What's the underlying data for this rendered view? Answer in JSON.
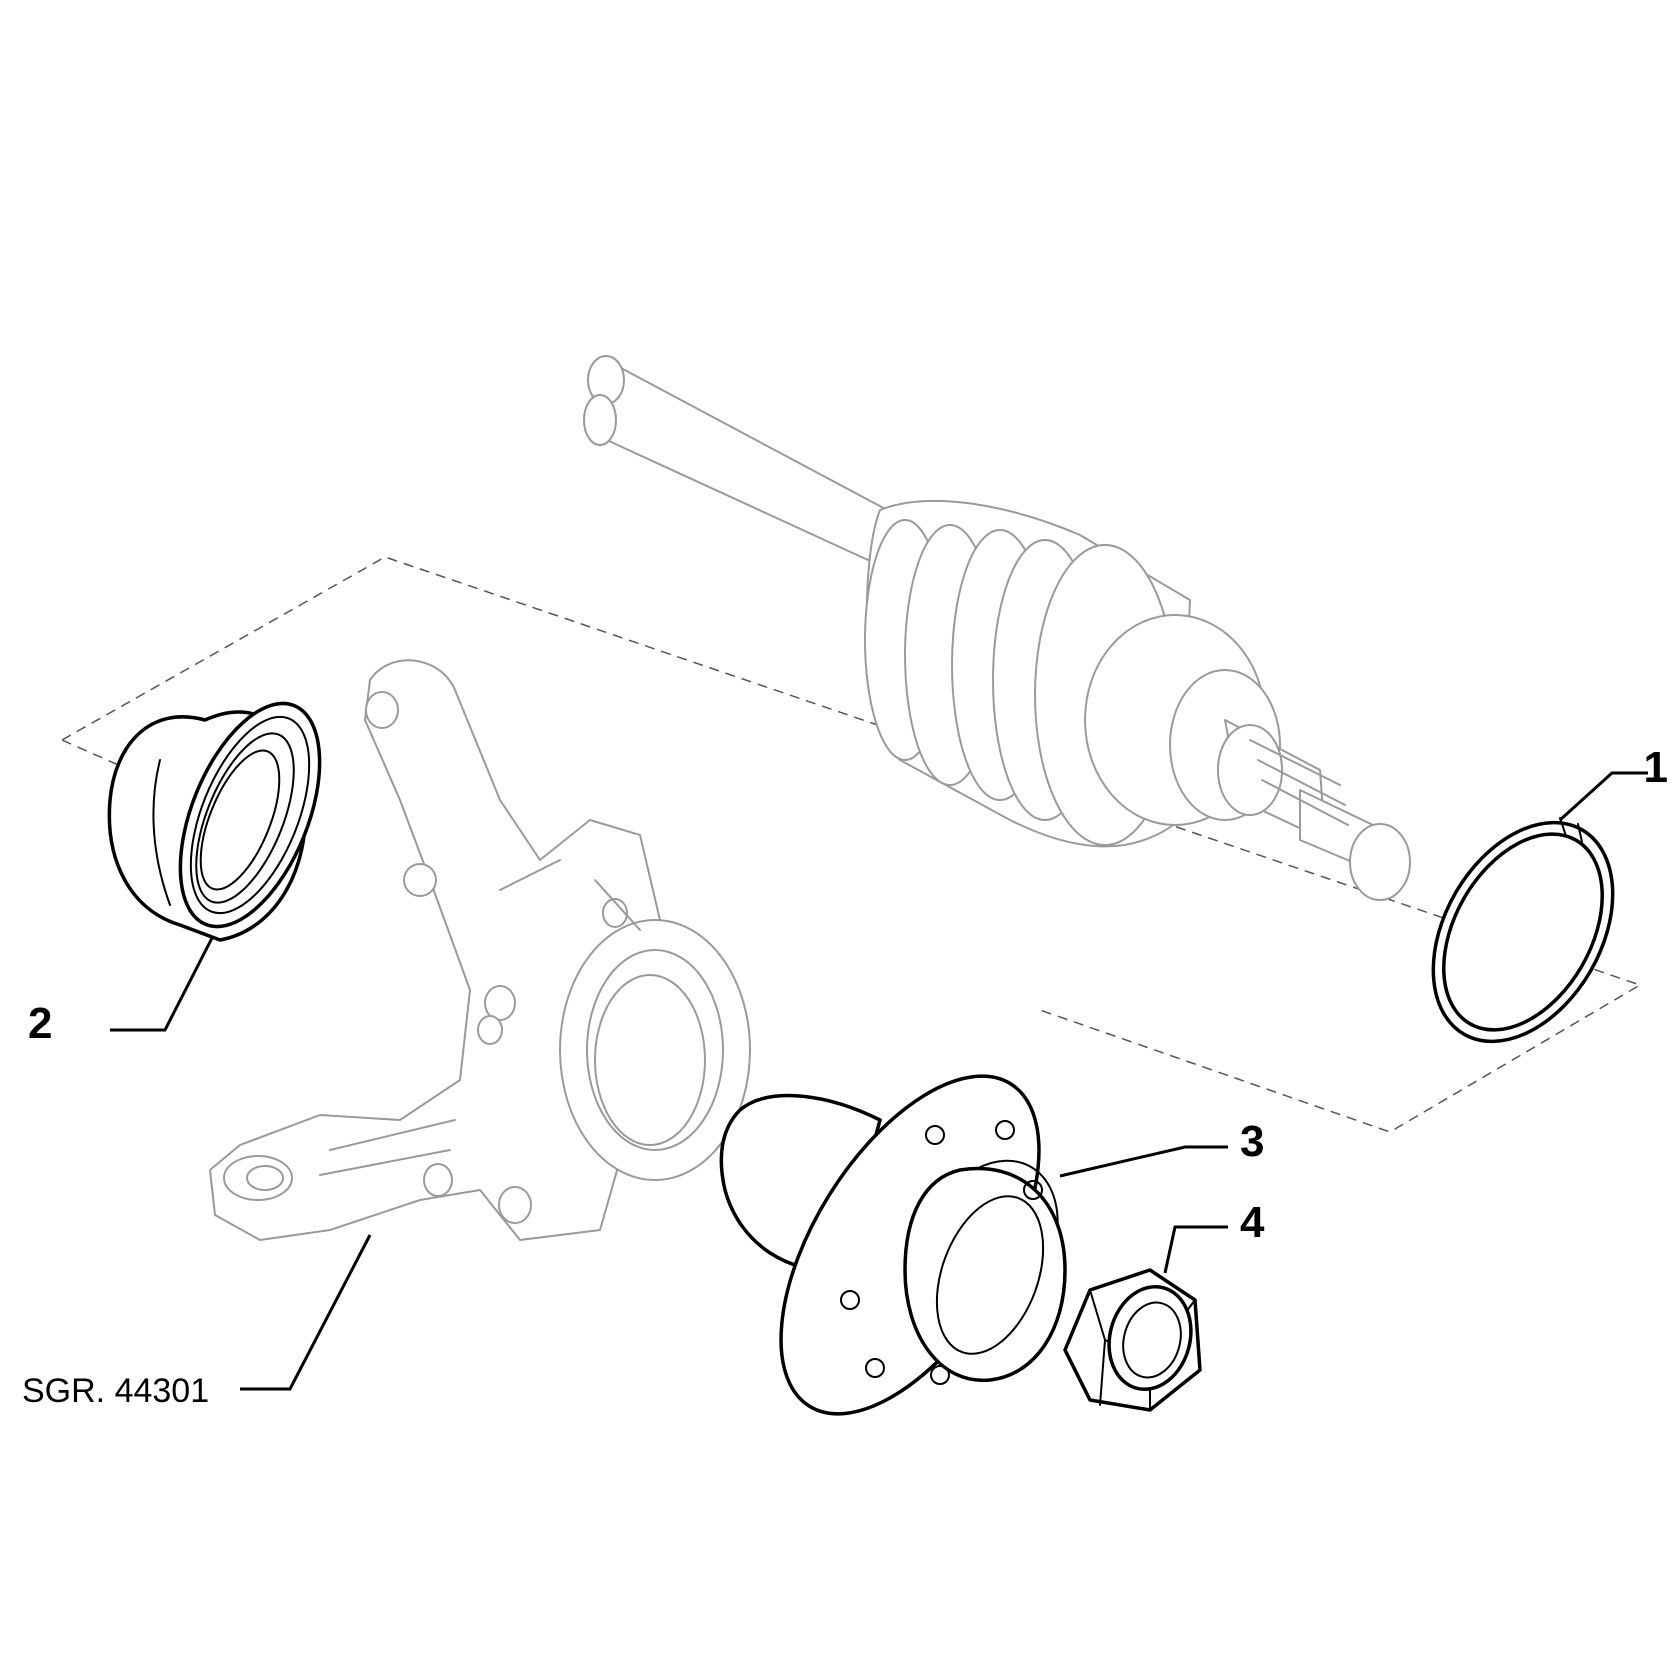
{
  "callouts": [
    {
      "id": "1",
      "label": "1",
      "part": "snap-ring"
    },
    {
      "id": "2",
      "label": "2",
      "part": "wheel-bearing"
    },
    {
      "id": "3",
      "label": "3",
      "part": "wheel-hub"
    },
    {
      "id": "4",
      "label": "4",
      "part": "hub-nut"
    }
  ],
  "reference": {
    "label": "SGR. 44301",
    "part": "steering-knuckle"
  },
  "colors": {
    "part_outline": "#000000",
    "ghost_outline": "#9a9a9a",
    "background": "#ffffff"
  }
}
